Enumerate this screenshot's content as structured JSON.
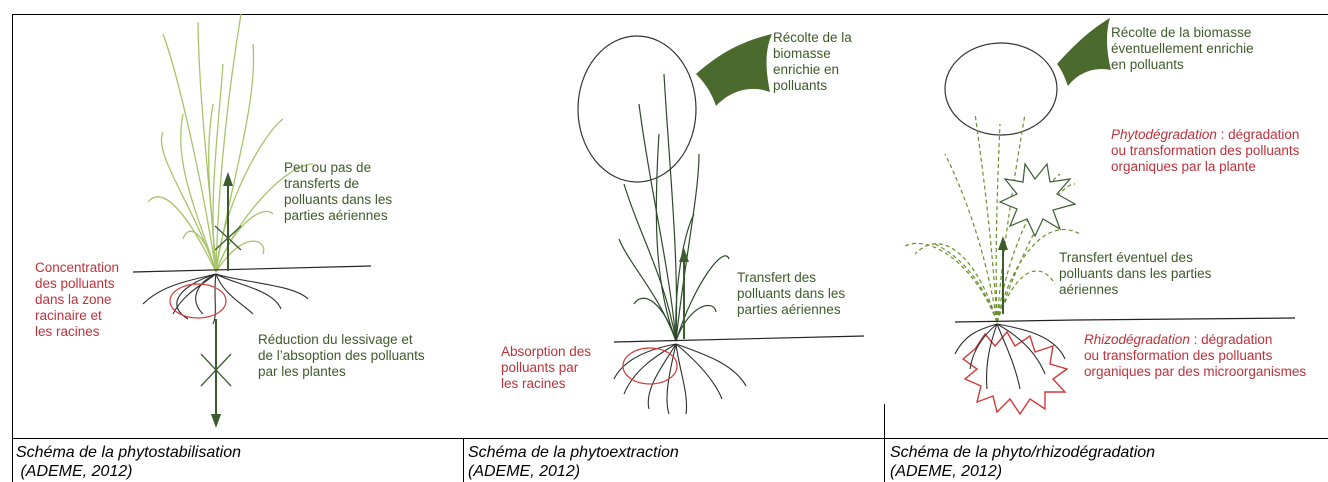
{
  "colors": {
    "text_green": "#3f5a2a",
    "text_red": "#c0313a",
    "plant_light": "#a8c46a",
    "plant_dark": "#2d4a2a",
    "arrow": "#3b5d2e",
    "root_red": "#d23a3a"
  },
  "panels": [
    {
      "labels": {
        "transfer": "Peu ou pas de\ntransferts de\npolluants dans les\nparties aériennes",
        "concentration": "Concentration\ndes polluants\ndans la zone\nracinaire et\nles racines",
        "reduction": "Réduction du lessivage et\nde l’absoption des polluants\npar les plantes"
      },
      "caption_line1": "Schéma de la phytostabilisation",
      "caption_line2": " (ADEME, 2012)"
    },
    {
      "labels": {
        "harvest": "Récolte de la\nbiomasse\nenrichie en\npolluants",
        "transfer": "Transfert des\npolluants dans les\nparties aériennes",
        "absorption": "Absorption des\npolluants par\nles racines"
      },
      "caption_line1": "Schéma de la phytoextraction",
      "caption_line2": "(ADEME, 2012)"
    },
    {
      "labels": {
        "harvest": "Récolte de la biomasse\néventuellement enrichie\nen polluants",
        "phyto_term": "Phytodégradation",
        "phyto_rest": " : dégradation\nou transformation des polluants\norganiques par la plante",
        "transfer": "Transfert éventuel des\npolluants dans les parties\naériennes",
        "rhizo_term": "Rhizodégradation",
        "rhizo_rest": " : dégradation\nou transformation des polluants\norganiques par des microorganismes"
      },
      "caption_line1": "Schéma de la phyto/rhizodégradation",
      "caption_line2": "(ADEME, 2012)"
    }
  ]
}
